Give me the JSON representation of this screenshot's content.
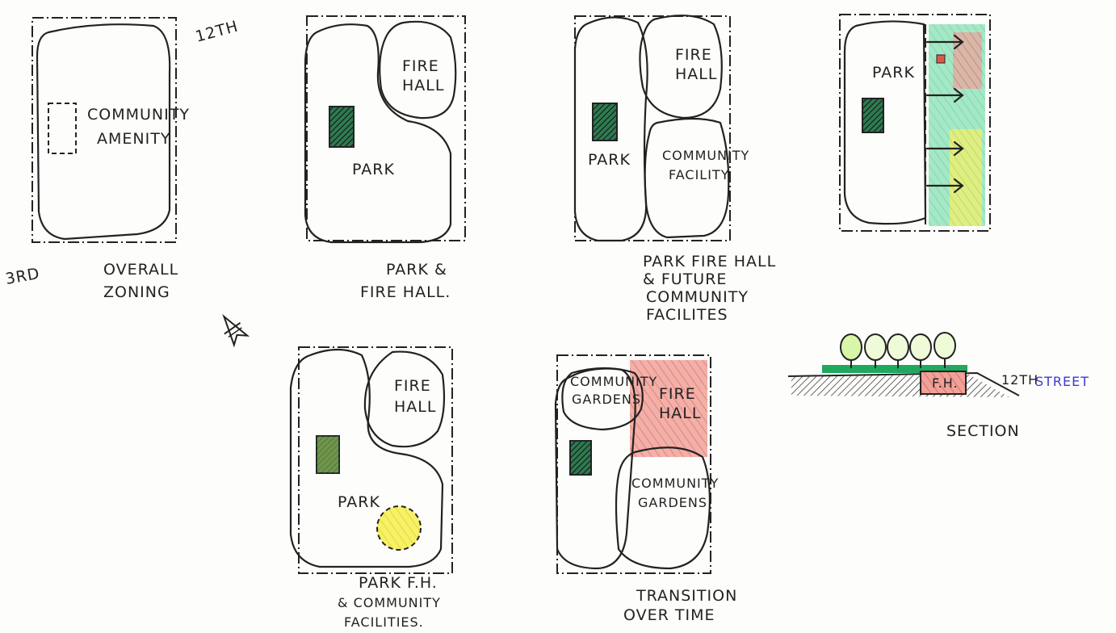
{
  "colors": {
    "park_green": "#3fcf8e",
    "park_green_dark": "#1fa85e",
    "fire_red": "#e8847a",
    "community_yellow": "#f2ea3a",
    "garden_green": "#7fdc3a",
    "ink": "#222222",
    "street_blue": "#3b3bd6"
  },
  "icons": {
    "north_arrow": "north-arrow-icon",
    "tree": "tree-icon"
  },
  "sketch1": {
    "zone_label_1": "COMMUNITY",
    "zone_label_2": "AMENITY",
    "street_top": "12TH",
    "street_left": "3RD",
    "caption_1": "OVERALL",
    "caption_2": "ZONING"
  },
  "sketch2": {
    "fire_label_1": "FIRE",
    "fire_label_2": "HALL",
    "park_label": "PARK",
    "caption_1": "PARK &",
    "caption_2": "FIRE HALL."
  },
  "sketch3": {
    "fire_label_1": "FIRE",
    "fire_label_2": "HALL",
    "park_label": "PARK",
    "facility_label_1": "COMMUNITY",
    "facility_label_2": "FACILITY.",
    "caption_1": "PARK FIRE HALL",
    "caption_2": "& FUTURE",
    "caption_3": "COMMUNITY",
    "caption_4": "FACILITES"
  },
  "sketch4": {
    "park_label": "PARK"
  },
  "sketch5": {
    "fire_label_1": "FIRE",
    "fire_label_2": "HALL",
    "park_label": "PARK",
    "caption_1": "PARK F.H.",
    "caption_2": "& COMMUNITY",
    "caption_3": "FACILITIES."
  },
  "sketch6": {
    "garden_label_1": "COMMUNITY",
    "garden_label_2": "GARDENS",
    "fire_label_1": "FIRE",
    "fire_label_2": "HALL",
    "garden2_label_1": "COMMUNITY",
    "garden2_label_2": "GARDENS",
    "caption_1": "TRANSITION",
    "caption_2": "OVER TIME"
  },
  "section": {
    "building_label": "F.H.",
    "street_label_1": "12TH",
    "street_label_2": "STREET",
    "caption": "SECTION"
  }
}
